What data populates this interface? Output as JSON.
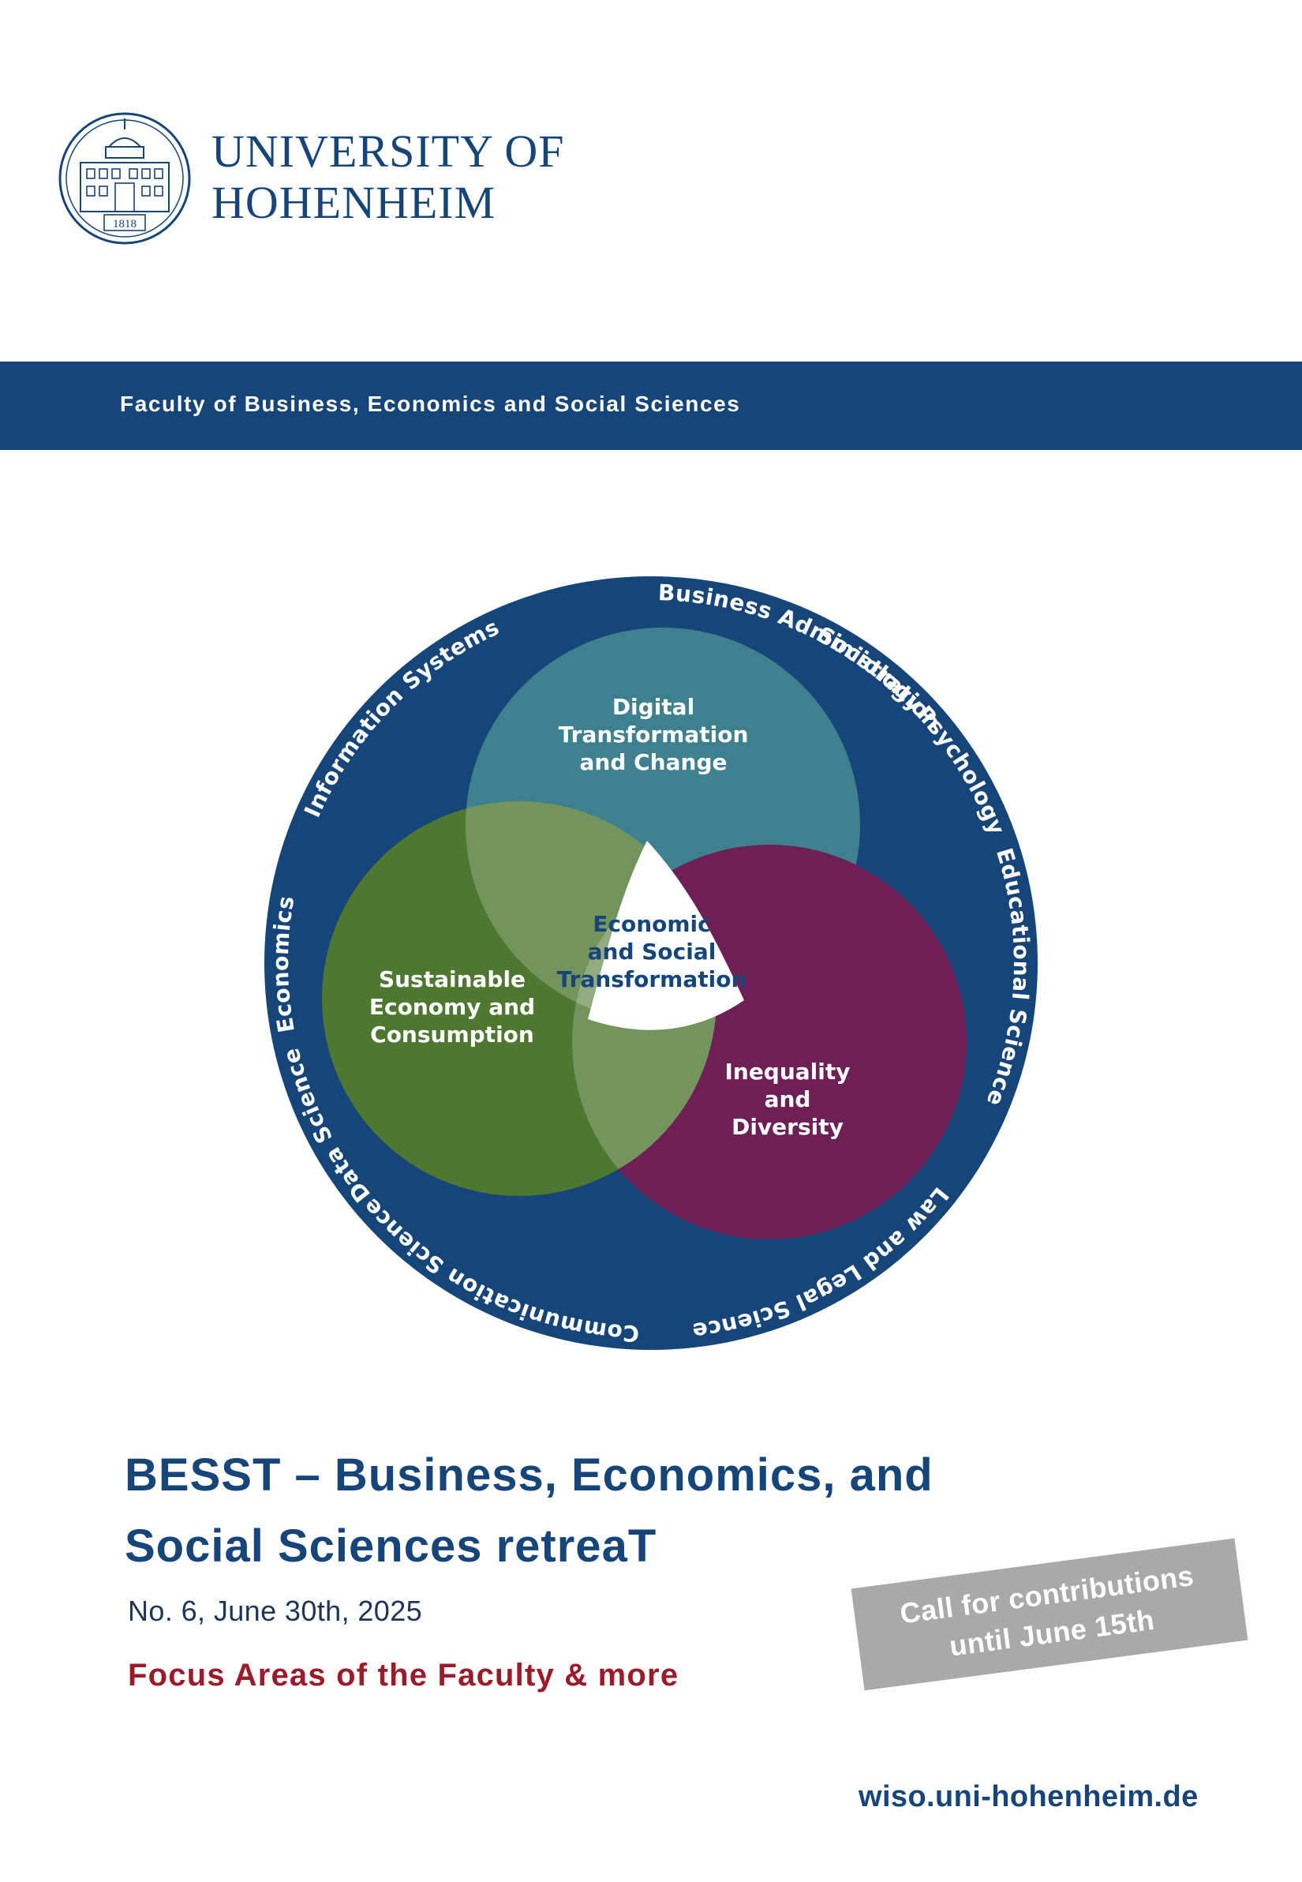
{
  "header": {
    "university_line1": "UNIVERSITY OF",
    "university_line2": "HOHENHEIM",
    "seal_year": "1818"
  },
  "band": {
    "faculty": "Faculty of Business, Economics and Social Sciences"
  },
  "diagram": {
    "ring_labels": [
      "Business Administration",
      "Sociology",
      "Psychology",
      "Educational Science",
      "Law and Legal Science",
      "Communication Science",
      "Data Science",
      "Economics",
      "Information Systems"
    ],
    "circles": {
      "digital": [
        "Digital",
        "Transformation",
        "and Change"
      ],
      "sustainable": [
        "Sustainable",
        "Economy and",
        "Consumption"
      ],
      "inequality": [
        "Inequality",
        "and",
        "Diversity"
      ],
      "center": [
        "Economic",
        "and Social",
        "Transformation"
      ]
    },
    "colors": {
      "ring": "#16457a",
      "digital": "#3e808d",
      "sustainable": "#4e7730",
      "inequality": "#6e1f56"
    }
  },
  "event": {
    "title_line1": "BESST – Business, Economics, and",
    "title_line2": "Social Sciences retreaT",
    "issue": "No. 6, June 30th, 2025",
    "focus": "Focus Areas of the Faculty & more"
  },
  "stamp": {
    "line1": "Call for contributions",
    "line2": "until June 15th"
  },
  "footer": {
    "url": "wiso.uni-hohenheim.de"
  }
}
